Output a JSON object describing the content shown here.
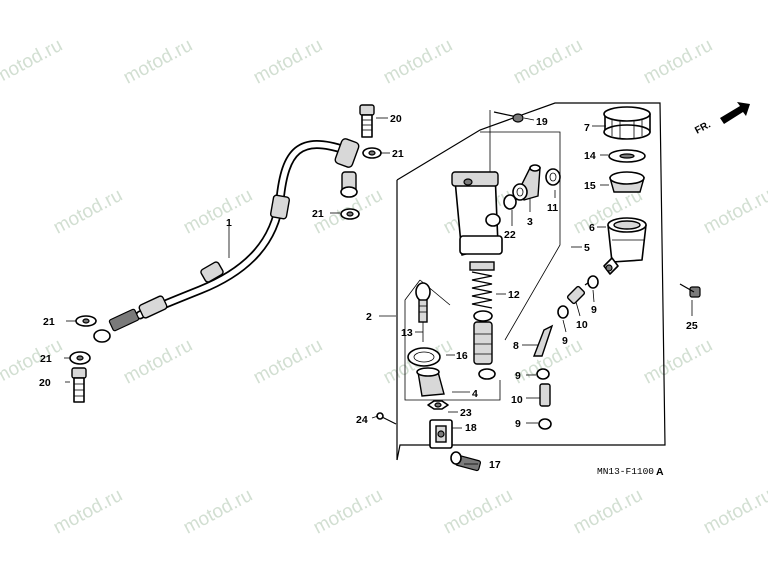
{
  "watermark": {
    "text": "motod.ru",
    "color": "#d2dfd2",
    "repeats": 24
  },
  "diagram": {
    "figure_code": "MN13-F1100",
    "figure_suffix": "A",
    "direction_label": "FR.",
    "callouts": [
      {
        "id": "1",
        "label": "1"
      },
      {
        "id": "2",
        "label": "2"
      },
      {
        "id": "3",
        "label": "3"
      },
      {
        "id": "4",
        "label": "4"
      },
      {
        "id": "5",
        "label": "5"
      },
      {
        "id": "6",
        "label": "6"
      },
      {
        "id": "7",
        "label": "7"
      },
      {
        "id": "8",
        "label": "8"
      },
      {
        "id": "9a",
        "label": "9"
      },
      {
        "id": "9b",
        "label": "9"
      },
      {
        "id": "9c",
        "label": "9"
      },
      {
        "id": "9d",
        "label": "9"
      },
      {
        "id": "10a",
        "label": "10"
      },
      {
        "id": "10b",
        "label": "10"
      },
      {
        "id": "11",
        "label": "11"
      },
      {
        "id": "12",
        "label": "12"
      },
      {
        "id": "13",
        "label": "13"
      },
      {
        "id": "14",
        "label": "14"
      },
      {
        "id": "15",
        "label": "15"
      },
      {
        "id": "16",
        "label": "16"
      },
      {
        "id": "17",
        "label": "17"
      },
      {
        "id": "18",
        "label": "18"
      },
      {
        "id": "19",
        "label": "19"
      },
      {
        "id": "20a",
        "label": "20"
      },
      {
        "id": "20b",
        "label": "20"
      },
      {
        "id": "21a",
        "label": "21"
      },
      {
        "id": "21b",
        "label": "21"
      },
      {
        "id": "21c",
        "label": "21"
      },
      {
        "id": "21d",
        "label": "21"
      },
      {
        "id": "22",
        "label": "22"
      },
      {
        "id": "23",
        "label": "23"
      },
      {
        "id": "24",
        "label": "24"
      },
      {
        "id": "25",
        "label": "25"
      }
    ]
  }
}
